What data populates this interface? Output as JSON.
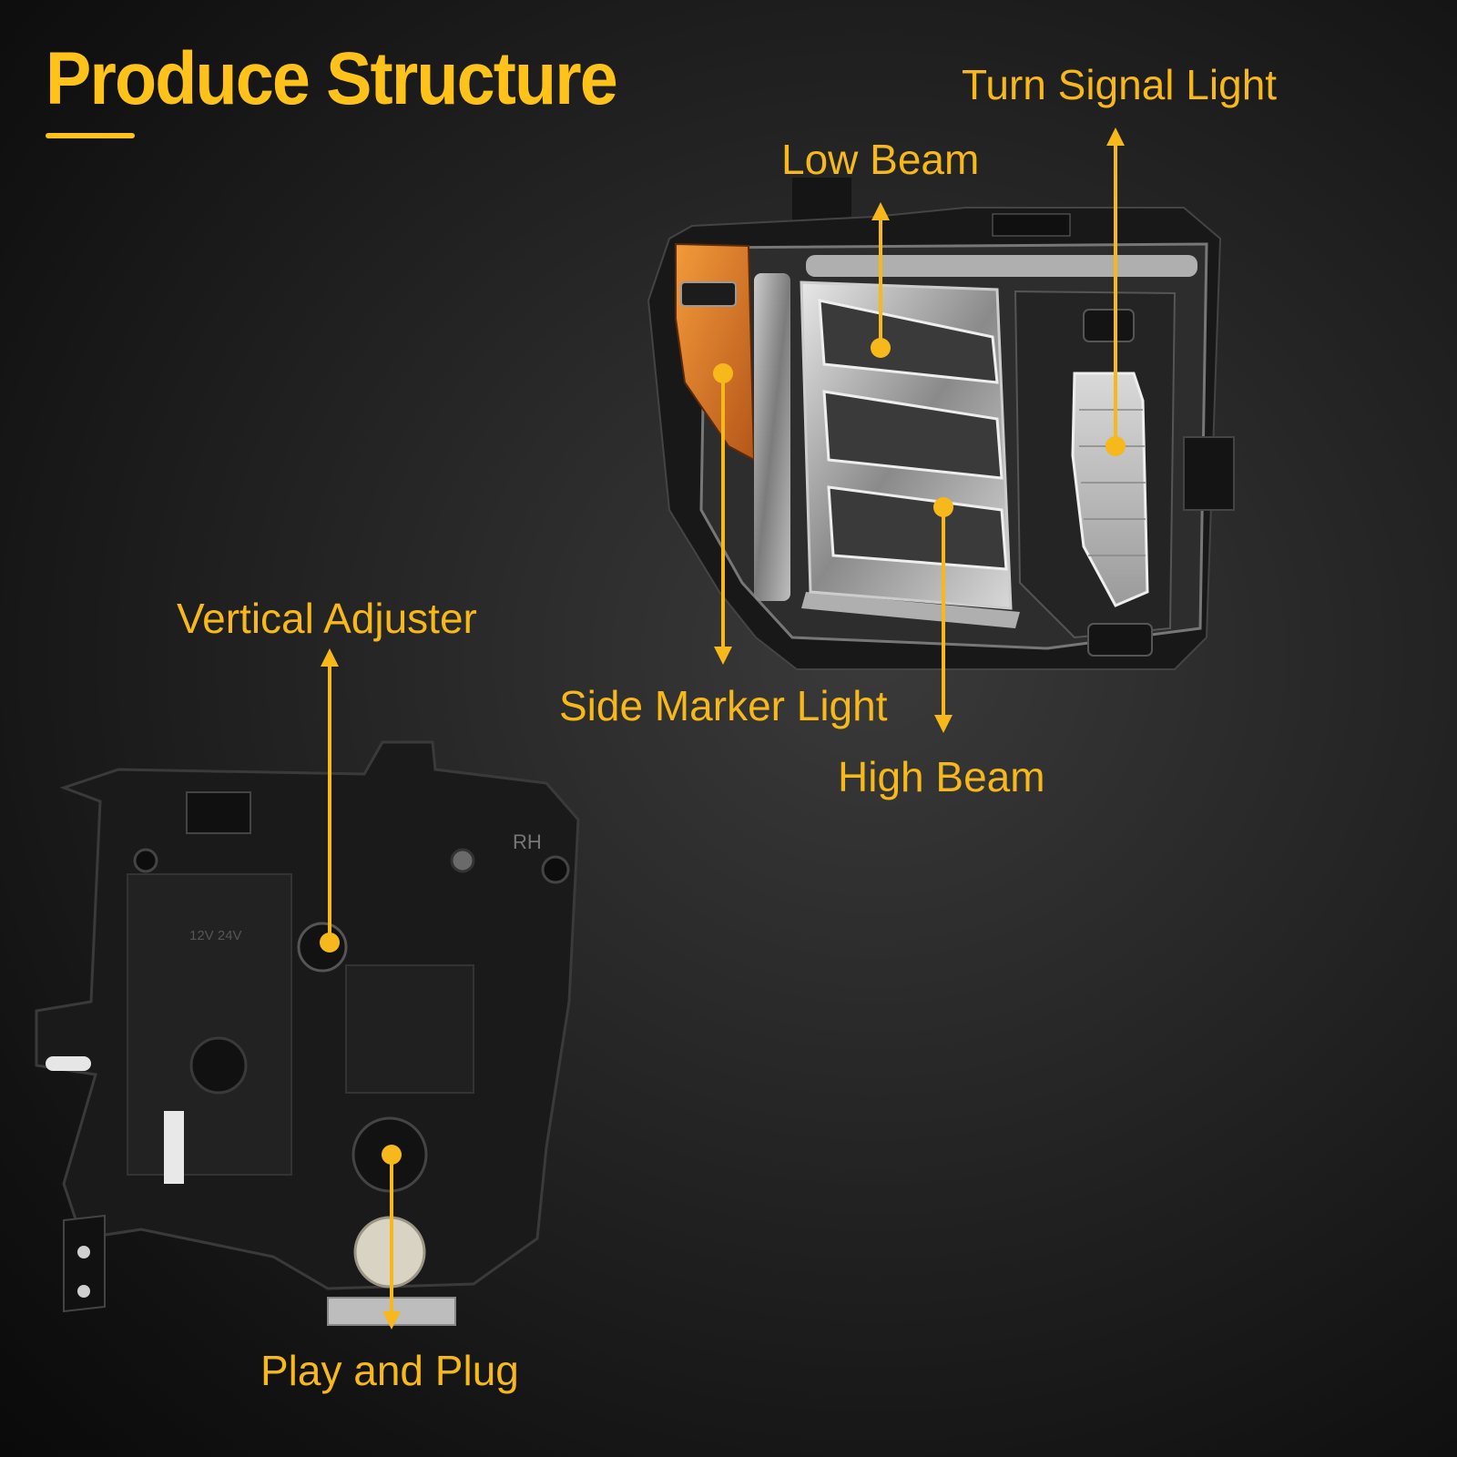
{
  "title": "Produce Structure",
  "labels": {
    "turn_signal": "Turn Signal Light",
    "low_beam": "Low Beam",
    "vertical_adjuster": "Vertical Adjuster",
    "side_marker": "Side Marker Light",
    "high_beam": "High Beam",
    "play_plug": "Play and Plug"
  },
  "housing_marks": {
    "rh": "RH",
    "voltage": "12V 24V"
  },
  "colors": {
    "accent": "#ffc21a",
    "label": "#f6b81a",
    "amber_lens": "#e0842a"
  }
}
